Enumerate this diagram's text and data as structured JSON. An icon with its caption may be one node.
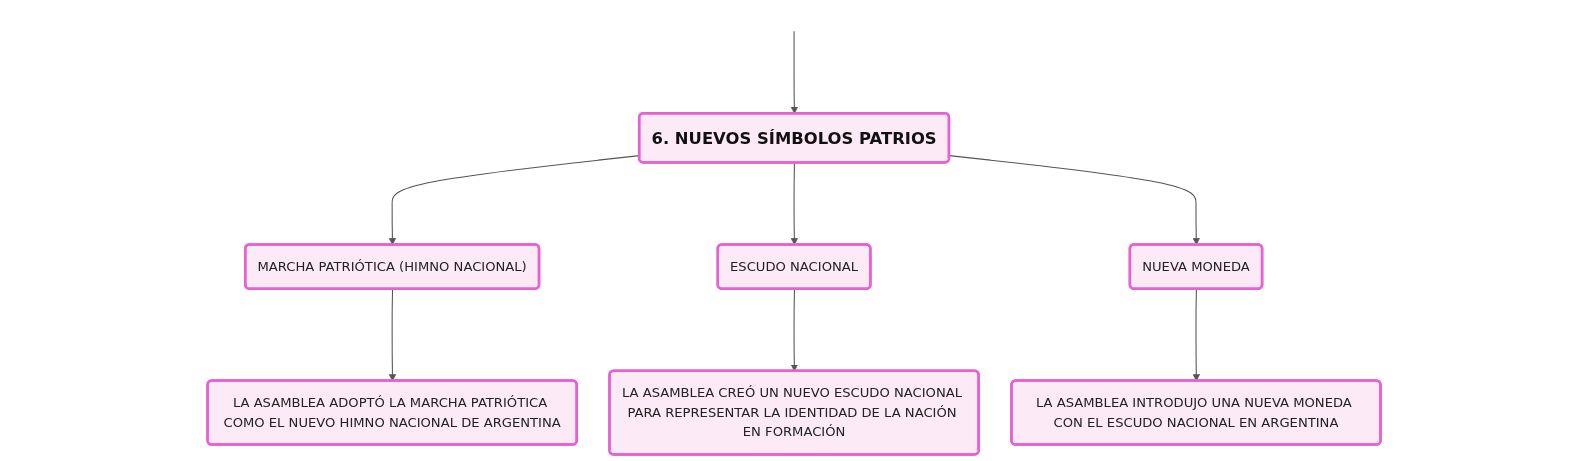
{
  "diagram": {
    "nodes": [
      {
        "text": [
          "6. NUEVOS SÍMBOLOS PATRIOS"
        ]
      },
      {
        "text": [
          "MARCHA PATRIÓTICA (HIMNO NACIONAL)"
        ]
      },
      {
        "text": [
          "ESCUDO NACIONAL"
        ]
      },
      {
        "text": [
          "NUEVA MONEDA"
        ]
      },
      {
        "text": [
          "LA ASAMBLEA ADOPTÓ LA MARCHA PATRIÓTICA COMO EL NUEVO HIMNO NACIONAL DE ARGENTINA"
        ]
      },
      {
        "text": [
          "LA ASAMBLEA CREÓ UN NUEVO ESCUDO NACIONAL PARA REPRESENTAR LA IDENTIDAD DE LA NACIÓN EN FORMACIÓN"
        ]
      },
      {
        "text": [
          "LA ASAMBLEA INTRODUJO UNA NUEVA MONEDA CON EL ESCUDO NACIONAL EN ARGENTINA"
        ]
      }
    ],
    "edges": [
      {
        "from": null,
        "to": 0,
        "arrow": "to"
      },
      {
        "from": 0,
        "to": 1,
        "arrow": "to"
      },
      {
        "from": 0,
        "to": 2,
        "arrow": "to"
      },
      {
        "from": 0,
        "to": 3,
        "arrow": "to"
      },
      {
        "from": 1,
        "to": 4,
        "arrow": "to"
      },
      {
        "from": 2,
        "to": 5,
        "arrow": "to"
      },
      {
        "from": 3,
        "to": 6,
        "arrow": "to"
      }
    ]
  }
}
